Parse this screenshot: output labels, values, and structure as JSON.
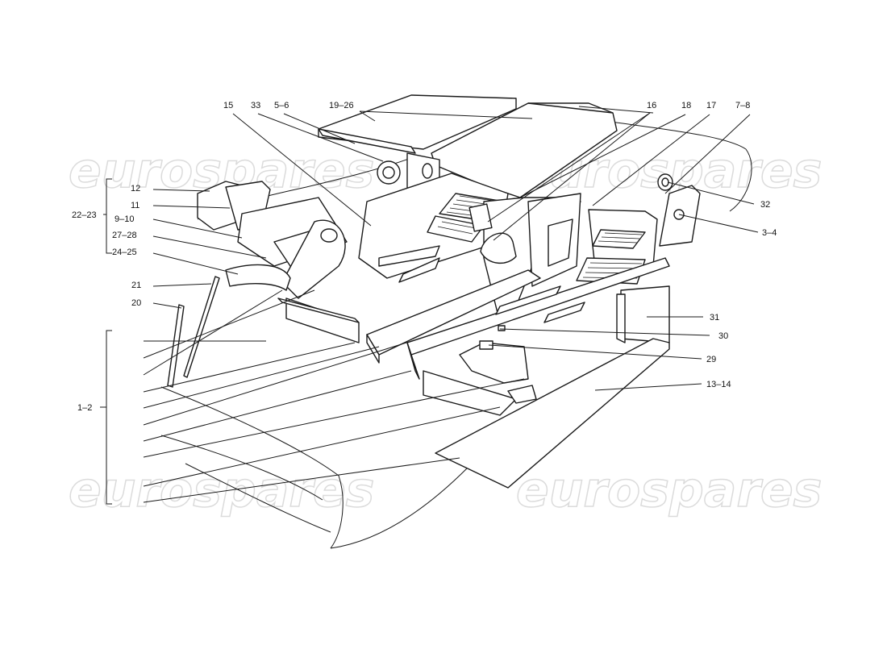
{
  "watermark": {
    "text": "eurospares"
  },
  "callouts": {
    "c15": "15",
    "c33": "33",
    "c5_6": "5–6",
    "c19_26": "19–26",
    "c16": "16",
    "c18": "18",
    "c17": "17",
    "c7_8": "7–8",
    "c12": "12",
    "c11": "11",
    "c22_23": "22–23",
    "c9_10": "9–10",
    "c27_28": "27–28",
    "c24_25": "24–25",
    "c21": "21",
    "c20": "20",
    "c1_2": "1–2",
    "c32": "32",
    "c3_4": "3–4",
    "c31": "31",
    "c30": "30",
    "c29": "29",
    "c13_14": "13–14"
  }
}
